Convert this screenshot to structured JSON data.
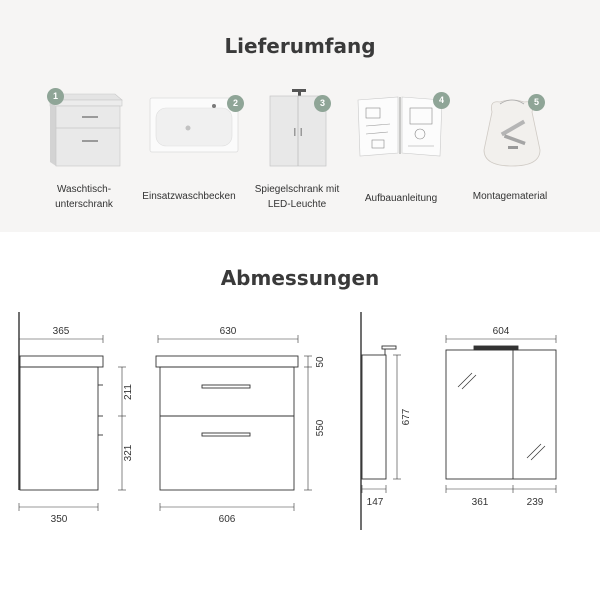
{
  "sections": {
    "scope_title": "Lieferumfang",
    "dimensions_title": "Abmessungen"
  },
  "items": [
    {
      "number": "1",
      "label": "Waschtisch-\nunterschrank",
      "icon": "vanity-cabinet-icon"
    },
    {
      "number": "2",
      "label": "Einsatzwaschbecken",
      "icon": "washbasin-icon"
    },
    {
      "number": "3",
      "label": "Spiegelschrank mit\nLED-Leuchte",
      "icon": "mirror-cabinet-icon"
    },
    {
      "number": "4",
      "label": "Aufbauanleitung",
      "icon": "instructions-icon"
    },
    {
      "number": "5",
      "label": "Montagematerial",
      "icon": "mounting-kit-icon"
    }
  ],
  "dimensions": {
    "cabinet_side": {
      "top_depth": "365",
      "drawer_upper": "211",
      "drawer_lower": "321",
      "bottom_depth": "350"
    },
    "cabinet_front": {
      "top_width": "630",
      "basin_height": "50",
      "total_height": "550",
      "bottom_width": "606"
    },
    "mirror_side": {
      "height": "677",
      "depth": "147"
    },
    "mirror_front": {
      "width": "604",
      "left_door": "361",
      "right_door": "239"
    }
  },
  "colors": {
    "badge": "#8fa597",
    "band": "#f6f5f4",
    "line": "#333333"
  }
}
